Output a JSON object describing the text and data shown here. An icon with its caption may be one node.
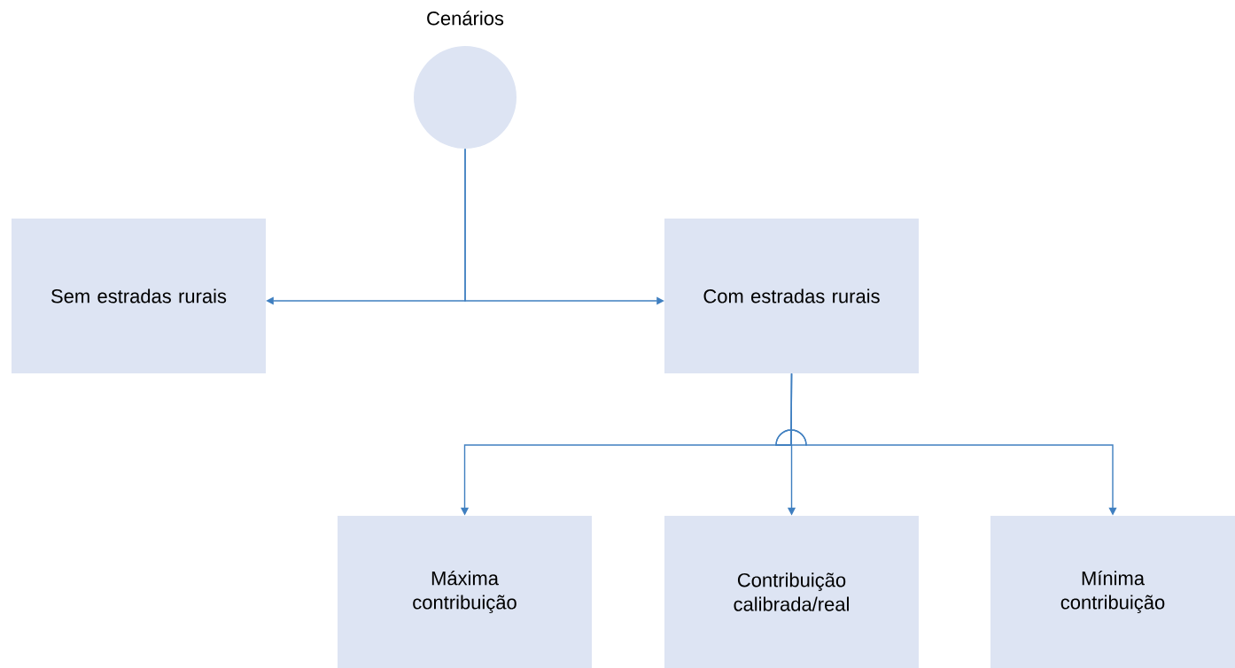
{
  "diagram": {
    "nodes": [
      {
        "text": [
          "Cenários"
        ]
      },
      {
        "text": [
          "Sem estradas rurais"
        ]
      },
      {
        "text": [
          "Com estradas rurais"
        ]
      },
      {
        "text": [
          "Máxima contribuição"
        ]
      },
      {
        "text": [
          "Contribuição calibrada/real"
        ]
      },
      {
        "text": [
          "Mínima contribuição"
        ]
      }
    ],
    "edges": [
      {
        "from": 0,
        "to": 1,
        "arrow": "to"
      },
      {
        "from": 0,
        "to": 2,
        "arrow": "to"
      },
      {
        "from": 2,
        "to": 3,
        "arrow": "to"
      },
      {
        "from": 2,
        "to": 4,
        "arrow": "to"
      },
      {
        "from": 2,
        "to": 5,
        "arrow": "to"
      }
    ]
  }
}
